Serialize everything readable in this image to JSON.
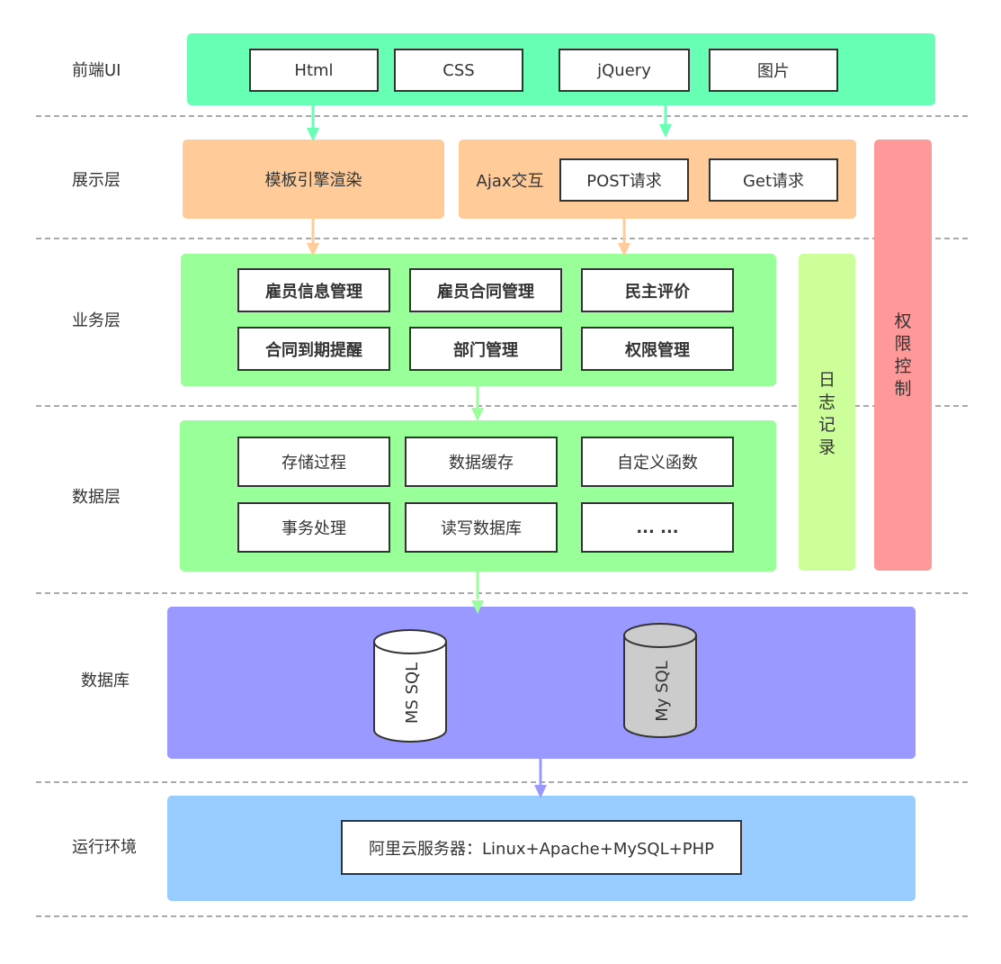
{
  "rows": {
    "frontend": "前端UI",
    "presentation": "展示层",
    "business": "业务层",
    "data": "数据层",
    "database": "数据库",
    "runtime": "运行环境"
  },
  "frontend": {
    "items": [
      "Html",
      "CSS",
      "jQuery",
      "图片"
    ]
  },
  "presentation": {
    "template_engine": "模板引擎渲染",
    "ajax_label": "Ajax交互",
    "ajax_items": [
      "POST请求",
      "Get请求"
    ]
  },
  "business": {
    "items": [
      "雇员信息管理",
      "雇员合同管理",
      "民主评价",
      "合同到期提醒",
      "部门管理",
      "权限管理"
    ]
  },
  "data_layer": {
    "items": [
      "存储过程",
      "数据缓存",
      "自定义函数",
      "事务处理",
      "读写数据库",
      "... ..."
    ]
  },
  "database": {
    "items": [
      "MS SQL",
      "My SQL"
    ]
  },
  "runtime": {
    "server": "阿里云服务器：Linux+Apache+MySQL+PHP"
  },
  "side": {
    "log": "日志记录",
    "auth": "权限控制"
  },
  "colors": {
    "frontend": "#66ffb3",
    "presentation": "#ffcc99",
    "business": "#99ff99",
    "log": "#ccff99",
    "auth": "#ff9999",
    "database": "#9999ff",
    "runtime": "#99ccff",
    "mssql_fill": "#ffffff",
    "mysql_fill": "#cccccc",
    "arrow_green": "#66ffb3",
    "arrow_orange": "#ffcc99",
    "arrow_lightgreen": "#99ff99",
    "arrow_blue": "#9999ff"
  }
}
